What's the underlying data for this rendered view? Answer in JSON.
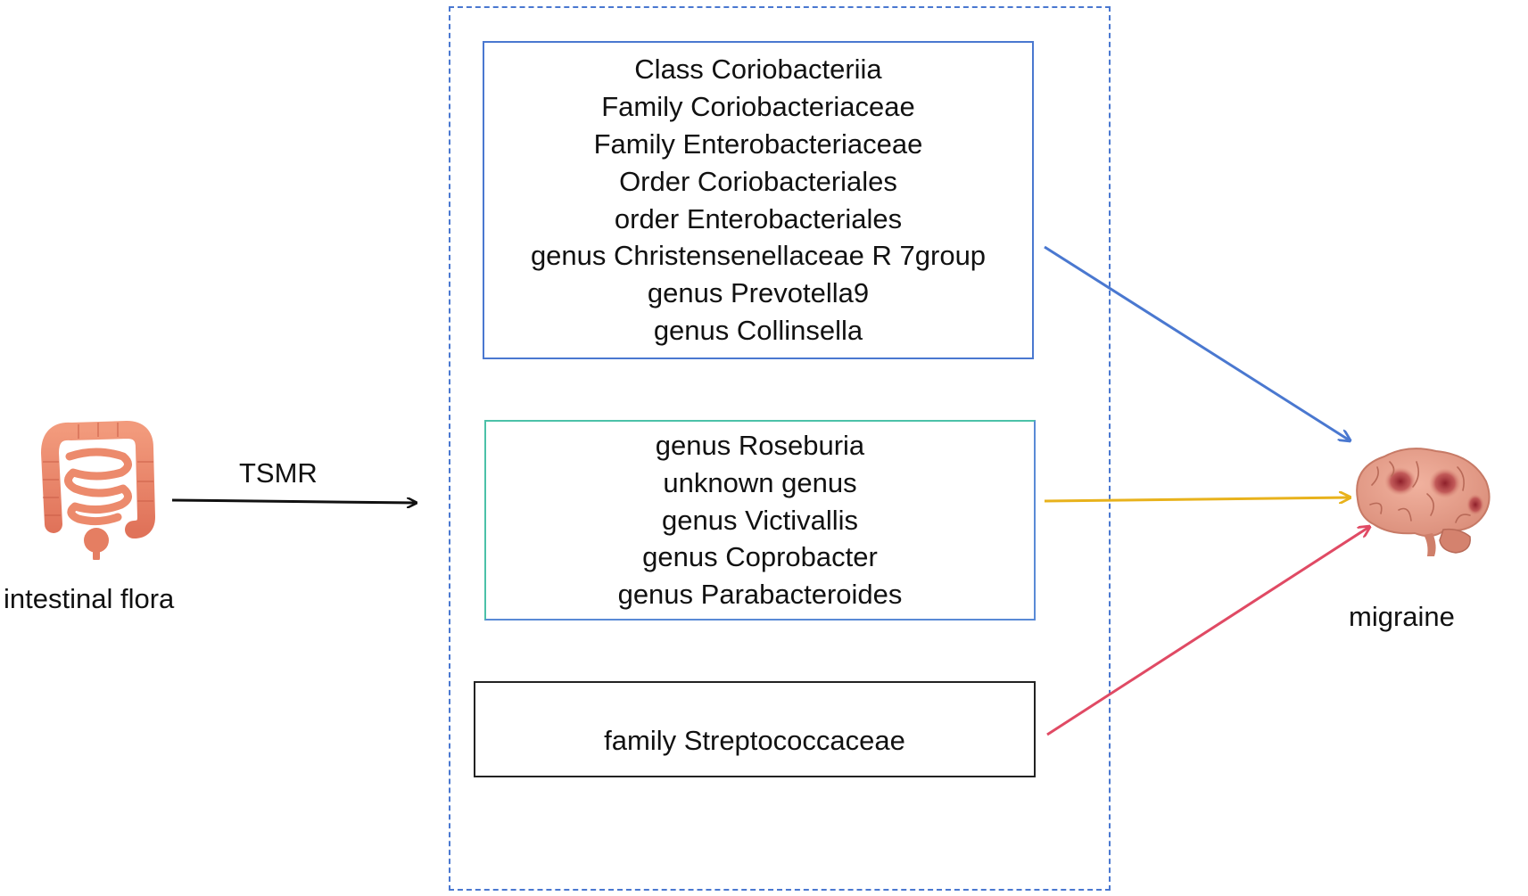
{
  "source": {
    "label": "intestinal flora",
    "icon": "intestine-icon"
  },
  "method": {
    "label": "TSMR"
  },
  "target": {
    "label": "migraine",
    "icon": "brain-icon"
  },
  "groups": [
    {
      "items": [
        "Class Coriobacteriia",
        "Family Coriobacteriaceae",
        "Family Enterobacteriaceae",
        "Order Coriobacteriales",
        "order Enterobacteriales",
        "genus Christensenellaceae R 7group",
        "genus Prevotella9",
        "genus Collinsella"
      ],
      "color": "#4a78d0"
    },
    {
      "items": [
        "genus Roseburia",
        "unknown genus",
        "genus Victivallis",
        "genus Coprobacter",
        "genus Parabacteroides"
      ],
      "color": "#e8b21c"
    },
    {
      "items": [
        "family Streptococcaceae"
      ],
      "color": "#e04a64"
    }
  ],
  "colors": {
    "container_border": "#4a78d0",
    "method_arrow": "#111111"
  }
}
